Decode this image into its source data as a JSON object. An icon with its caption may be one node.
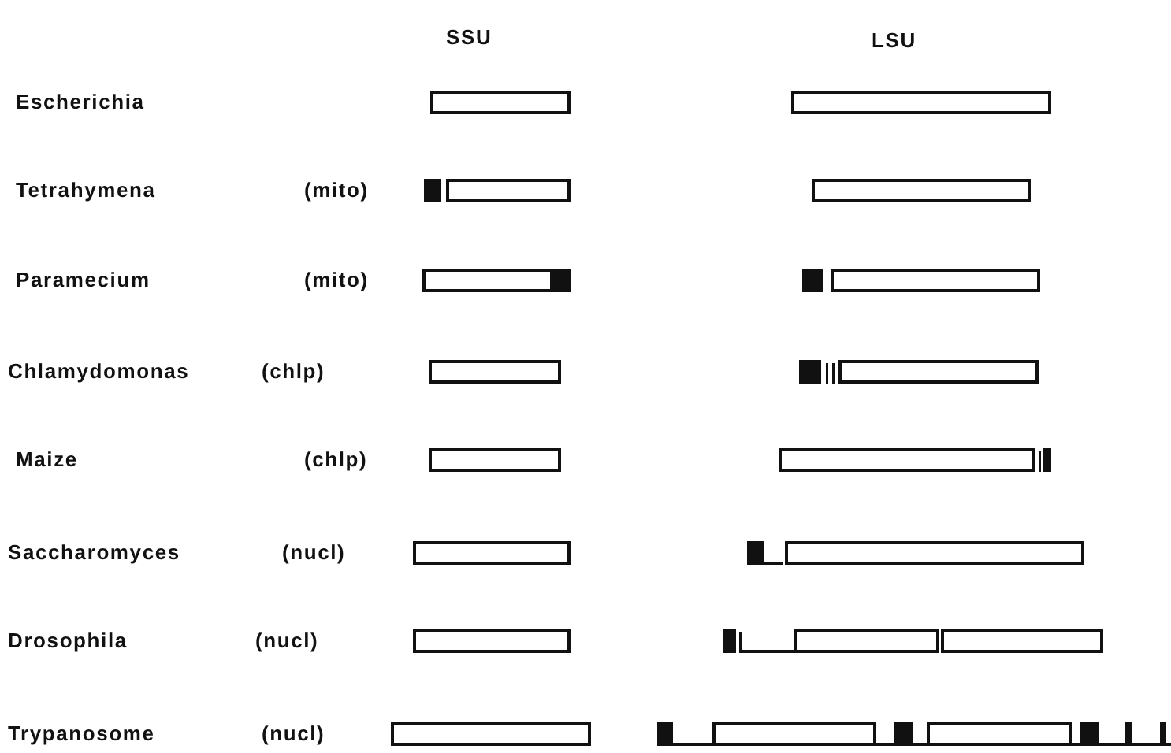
{
  "diagram": {
    "labels": [
      "SSU",
      "LSU",
      "Escherichia",
      "Tetrahymena",
      "(mito)",
      "Paramecium",
      "(mito)",
      "Chlamydomonas",
      "(chlp)",
      "Maize",
      "(chlp)",
      "Saccharomyces",
      "(nucl)",
      "Drosophila",
      "(nucl)",
      "Trypanosome",
      "(nucl)"
    ]
  }
}
